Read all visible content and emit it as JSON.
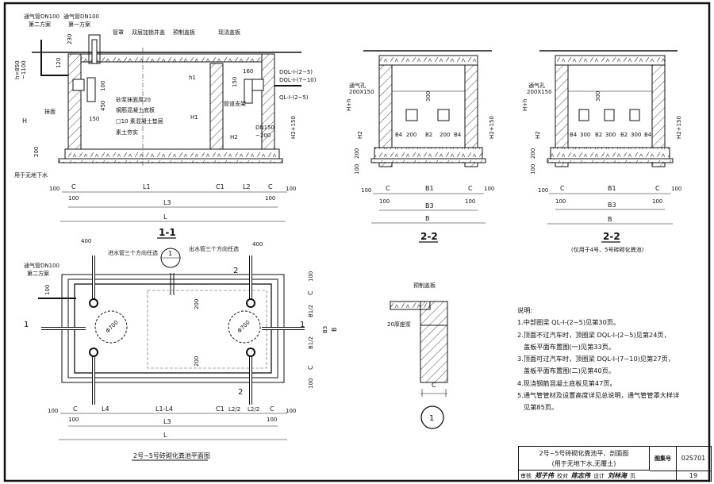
{
  "drawing": {
    "section_1_1": {
      "title": "1-1",
      "labels": {
        "vent_pipe_2": "通气管DN100",
        "vent_pipe_2_sub": "第二方案",
        "vent_pipe_1": "通气管DN100",
        "vent_pipe_1_sub": "第一方案",
        "pipe_cover": "管罩",
        "double_cover": "双层加锁井盖",
        "precast_cover": "预制盖板",
        "cast_cover": "现浇盖板",
        "plaster": "抹面",
        "pipe_support": "管道支架",
        "no_groundwater": "用于无地下水",
        "floor_layers": [
          "砂浆抹面厚20",
          "钢筋混凝土底板",
          "□10 素混凝土垫层",
          "素土夯实"
        ],
        "ring_beam_top": "DQL-I-(2~5)",
        "ring_beam_top2": "DQL-I-(7~10)",
        "ring_beam": "QL-I-(2~5)",
        "dn150": "DN150",
        "dn150_b": "~200"
      },
      "dims": {
        "h_range": "h=850",
        "h_range_b": "~1100",
        "H": "H",
        "h1": "h1",
        "H1": "H1",
        "H2": "H2",
        "H2_150": "H2+150",
        "d230": "230",
        "d120": "120",
        "d100": "100",
        "d450": "450",
        "d150": "150",
        "d160": "160",
        "d200": "200",
        "d150b": "150",
        "d200b": "200",
        "bottom": [
          "100",
          "C",
          "L1",
          "C1",
          "L2",
          "C",
          "100"
        ],
        "bottom_sub": [
          "100",
          "100"
        ],
        "L3": "L3",
        "L": "L"
      }
    },
    "section_2_2_a": {
      "title": "2-2",
      "vent_hole": "通气孔",
      "vent_size": "200X150",
      "dims": {
        "Hh": "H+h",
        "H2": "H2",
        "H2_150": "H2+150",
        "d300": "300",
        "d200": "200",
        "d100": "100",
        "inner": [
          "B4",
          "200",
          "B2",
          "200",
          "B4"
        ],
        "bottom": [
          "100",
          "C",
          "B1",
          "C",
          "100"
        ],
        "bottom_sub": [
          "100",
          "100"
        ],
        "B3": "B3",
        "B": "B"
      }
    },
    "section_2_2_b": {
      "title": "2-2",
      "subtitle": "(仅用于4号、5号砖砌化粪池)",
      "vent_hole": "通气孔",
      "vent_size": "200X150",
      "dims": {
        "Hh": "H+h",
        "H2": "H2",
        "H2_150": "H2+150",
        "d300": "300",
        "d200": "200",
        "d100": "100",
        "inner": [
          "B4",
          "300",
          "B2",
          "300",
          "B2",
          "300",
          "B4"
        ],
        "bottom": [
          "100",
          "C",
          "B1",
          "C",
          "100"
        ],
        "bottom_sub": [
          "100",
          "100"
        ],
        "B3": "B3",
        "B": "B"
      }
    },
    "plan": {
      "title": "2号~5号砖砌化粪池平面图",
      "inlet": "进水管三个方向任选",
      "outlet": "出水管三个方向任选",
      "vent": "通气管DN100",
      "vent_sub": "第二方案",
      "manhole": "Φ700",
      "cut_1": "1",
      "cut_2": "2",
      "dims": {
        "d400a": "400",
        "d400b": "400",
        "d100": "100",
        "d200a": "200",
        "d200b": "200",
        "right": [
          "100",
          "C",
          "B1/2",
          "B1/2",
          "C",
          "100"
        ],
        "B3": "B3",
        "B": "B",
        "bottom": [
          "100",
          "C",
          "L4",
          "L1-L4",
          "C1",
          "L2/2",
          "L2/2",
          "C",
          "100"
        ],
        "bottom_sub": [
          "100",
          "100"
        ],
        "L3": "L3",
        "L": "L"
      }
    },
    "detail_1": {
      "label": "1",
      "precast_cover": "预制盖板",
      "mortar": "20厚座浆",
      "C": "C"
    }
  },
  "notes": {
    "heading": "说明:",
    "items": [
      "1.中部圈梁 QL-I-(2~5)见第30页。",
      "2.顶面不过汽车时，顶圈梁 DQL-I-(2~5)见第24页，",
      "盖板平面布置图(一)见第33页。",
      "3.顶面可过汽车时，顶圈梁 DQL-I-(7~10)见第27页，",
      "盖板平面布置图(二)见第40页。",
      "4.现浇钢筋混凝土底板见第47页。",
      "5.通气管管材及设置高度详见总说明，通气管管罩大样详",
      "见第85页。"
    ]
  },
  "title_block": {
    "title_line1": "2号~5号砖砌化粪池平、剖面图",
    "title_line2": "(用于无地下水,无覆土)",
    "atlas_label": "图集号",
    "atlas_code": "02S701",
    "review_label": "审核",
    "review_name": "郑子伟",
    "check_label": "校对",
    "check_name": "陈志伟",
    "design_label": "设计",
    "design_name": "刘林海",
    "page_label": "页",
    "page": "19"
  }
}
